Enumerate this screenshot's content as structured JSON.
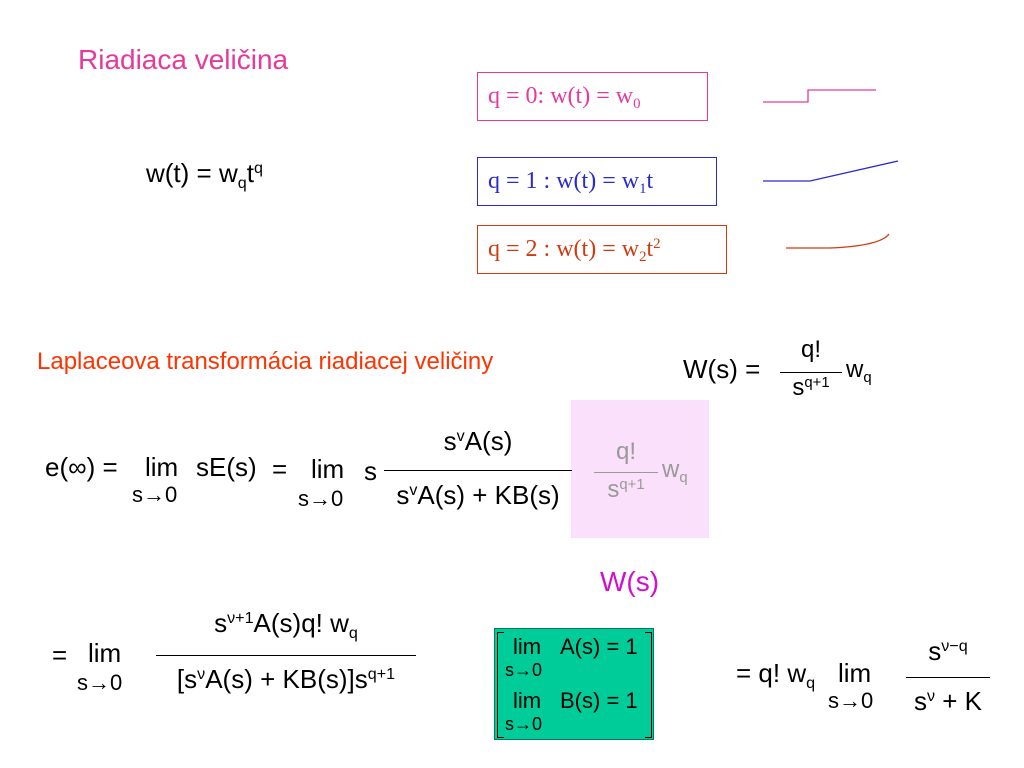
{
  "title": "Riadiaca veličina",
  "colors": {
    "title": "#e6399b",
    "laplace": "#ff3300",
    "q0": "#e6399b",
    "q1": "#2a2ad0",
    "q2": "#d03a10",
    "highlight": "#fbe0fb",
    "condbox": "#00cc99",
    "Ws": "#d010d0"
  },
  "cases": [
    {
      "prefix": "q = 0:  w(t) = w",
      "sub": "0",
      "tail": ""
    },
    {
      "prefix": "q = 1 : w(t) = w",
      "sub": "1",
      "tail": "t"
    },
    {
      "prefix": "q = 2 : w(t) = w",
      "sub": "2",
      "tail": "t",
      "sup": "2"
    }
  ],
  "wdef": {
    "lhs": "w(t) = w",
    "sub": "q",
    "t": "t",
    "sup": "q"
  },
  "laplace": {
    "heading": "Laplaceova transformácia riadiacej veličiny",
    "lhs": "W(s) =",
    "num": "q!",
    "den": "s",
    "den_sup": "q+1",
    "w": "w",
    "w_sub": "q"
  },
  "eq1": {
    "lhs": "e(∞) =",
    "lim": "lim",
    "lim_sub": "s→0",
    "mid": "sE(s)",
    "eq": "=",
    "lim2": "lim",
    "lim2_sub": "s→0",
    "s": "s",
    "num_pre": "s",
    "num_sup": "v",
    "num_post": "A(s)",
    "den_pre": "s",
    "den_sup": "v",
    "den_post": "A(s) + KB(s)",
    "hl_num": "q!",
    "hl_den": "s",
    "hl_den_sup": "q+1",
    "hl_w": "w",
    "hl_w_sub": "q"
  },
  "Ws_label": "W(s)",
  "eq2": {
    "eq": "=",
    "lim": "lim",
    "lim_sub": "s→0",
    "num_pre": "s",
    "num_sup": "ν+1",
    "num_post": "A(s)q! w",
    "num_sub": "q",
    "den_pre": "[s",
    "den_sup": "ν",
    "den_mid": "A(s) + KB(s)]s",
    "den_sup2": "q+1"
  },
  "cond": {
    "lim1": "lim",
    "lim1_sub": "s→0",
    "expr1": "A(s) = 1",
    "lim2": "lim",
    "lim2_sub": "s→0",
    "expr2": "B(s) = 1"
  },
  "eq3": {
    "lhs": "= q! w",
    "lhs_sub": "q",
    "lim": "lim",
    "lim_sub": "s→0",
    "num_pre": "s",
    "num_sup": "ν−q",
    "den_pre": "s",
    "den_sup": "ν",
    "den_post": " + K"
  }
}
